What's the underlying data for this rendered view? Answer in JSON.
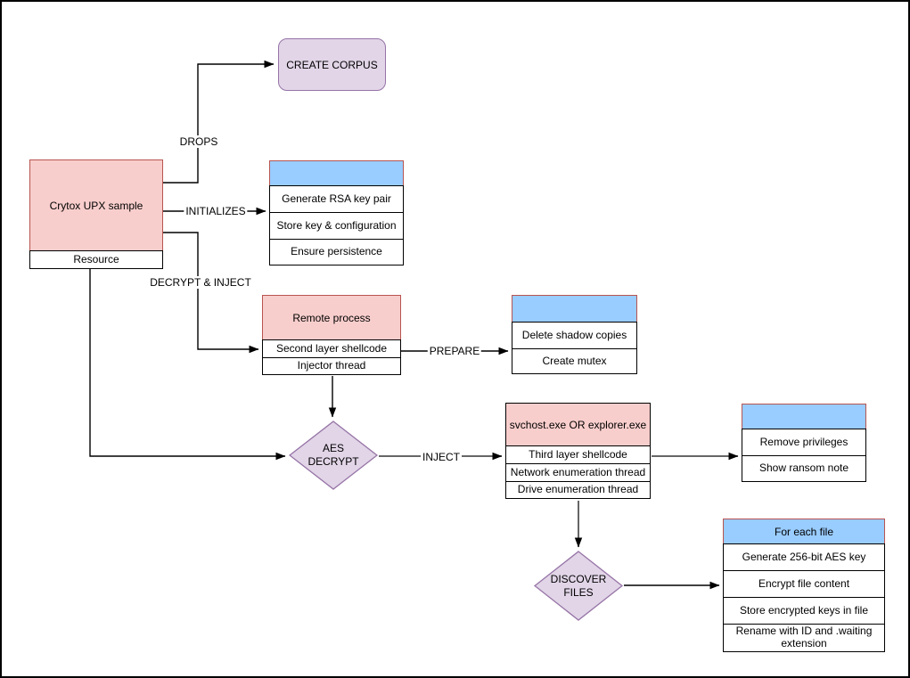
{
  "diagram": {
    "nodes": {
      "create_corpus": {
        "label": "CREATE CORPUS"
      },
      "sample": {
        "title": "Crytox UPX sample",
        "rows": [
          "Resource"
        ]
      },
      "init_actions": {
        "title": "",
        "rows": [
          "Generate RSA key pair",
          "Store key & configuration",
          "Ensure persistence"
        ]
      },
      "remote_process": {
        "title": "Remote process",
        "rows": [
          "Second layer shellcode",
          "Injector thread"
        ]
      },
      "prepare_actions": {
        "title": "",
        "rows": [
          "Delete shadow copies",
          "Create mutex"
        ]
      },
      "aes_decrypt": {
        "label": "AES DECRYPT"
      },
      "svchost": {
        "title": "svchost.exe OR explorer.exe",
        "rows": [
          "Third layer shellcode",
          "Network enumeration thread",
          "Drive enumeration thread"
        ]
      },
      "post_inject_actions": {
        "title": "",
        "rows": [
          "Remove privileges",
          "Show ransom note"
        ]
      },
      "discover_files": {
        "label": "DISCOVER FILES"
      },
      "for_each_file": {
        "title": "For each file",
        "rows": [
          "Generate 256-bit AES key",
          "Encrypt file content",
          "Store encrypted keys in file",
          "Rename with ID and .waiting extension"
        ]
      }
    },
    "edges": {
      "drops": "DROPS",
      "initializes": "INITIALIZES",
      "decrypt_inject": "DECRYPT & INJECT",
      "prepare": "PREPARE",
      "inject": "INJECT"
    },
    "colors": {
      "pink_fill": "#f8cecc",
      "pink_border": "#b85450",
      "blue_fill": "#99ccff",
      "purple_fill": "#e1d5e7",
      "purple_border": "#9673a6",
      "edge_black": "#000000",
      "edge_gray": "#666666",
      "canvas_border": "#000000"
    }
  }
}
